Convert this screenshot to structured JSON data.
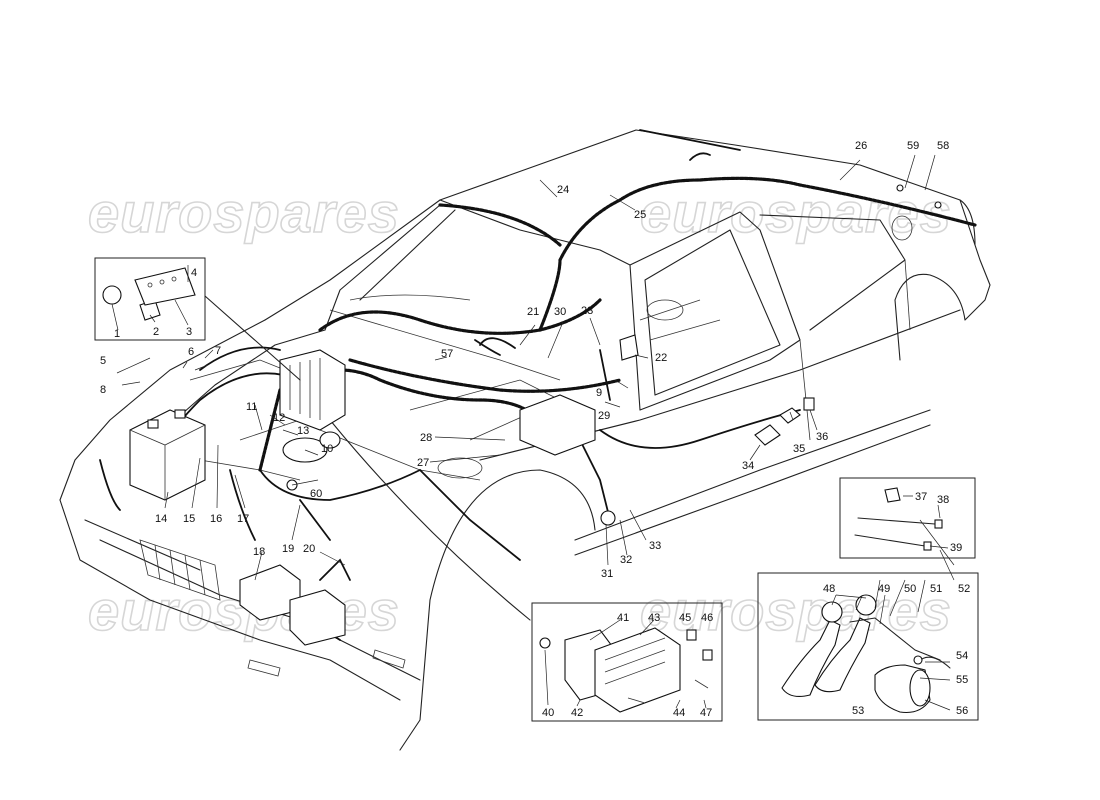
{
  "watermark": "eurospares",
  "parts": [
    "1",
    "2",
    "3",
    "4",
    "5",
    "6",
    "7",
    "8",
    "9",
    "10",
    "11",
    "12",
    "13",
    "14",
    "15",
    "16",
    "17",
    "18",
    "19",
    "20",
    "21",
    "22",
    "23",
    "24",
    "25",
    "26",
    "27",
    "28",
    "29",
    "30",
    "31",
    "32",
    "33",
    "34",
    "35",
    "36",
    "37",
    "38",
    "39",
    "40",
    "41",
    "42",
    "43",
    "44",
    "45",
    "46",
    "47",
    "48",
    "49",
    "50",
    "51",
    "52",
    "53",
    "54",
    "55",
    "56",
    "57",
    "58",
    "59",
    "60"
  ]
}
